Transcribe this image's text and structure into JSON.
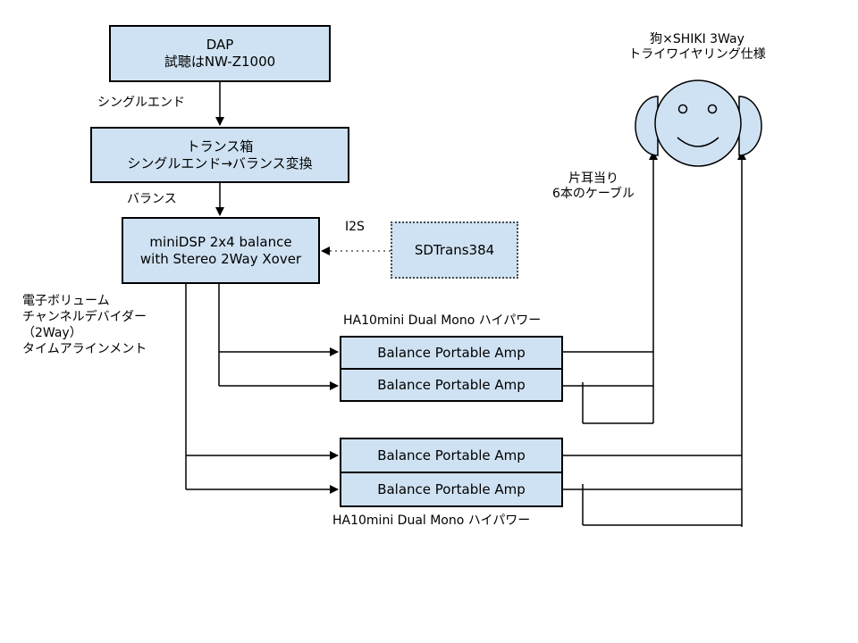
{
  "dap": {
    "line1": "DAP",
    "line2": "試聴はNW-Z1000"
  },
  "label_single_end": "シングルエンド",
  "trans_box": {
    "line1": "トランス箱",
    "line2": "シングルエンド→バランス変換"
  },
  "label_balance": "バランス",
  "minidsp": {
    "line1": "miniDSP 2x4 balance",
    "line2": "with Stereo 2Way Xover"
  },
  "label_i2s": "I2S",
  "sdtrans": "SDTrans384",
  "dsp_desc": [
    "電子ボリューム",
    "チャンネルデバイダー",
    "（2Way）",
    "タイムアラインメント"
  ],
  "ha_top_label": "HA10mini Dual Mono ハイパワー",
  "ha_bottom_label": "HA10mini Dual Mono ハイパワー",
  "amps": [
    "Balance Portable Amp",
    "Balance Portable Amp",
    "Balance Portable Amp",
    "Balance Portable Amp"
  ],
  "headphone_title": {
    "line1": "狗×SHIKI 3Way",
    "line2": "トライワイヤリング仕様"
  },
  "cable_note": {
    "line1": "片耳当り",
    "line2": "6本のケーブル"
  },
  "colors": {
    "box_fill": "#cfe2f3",
    "line": "#000000",
    "dotted_line": "#555555"
  }
}
